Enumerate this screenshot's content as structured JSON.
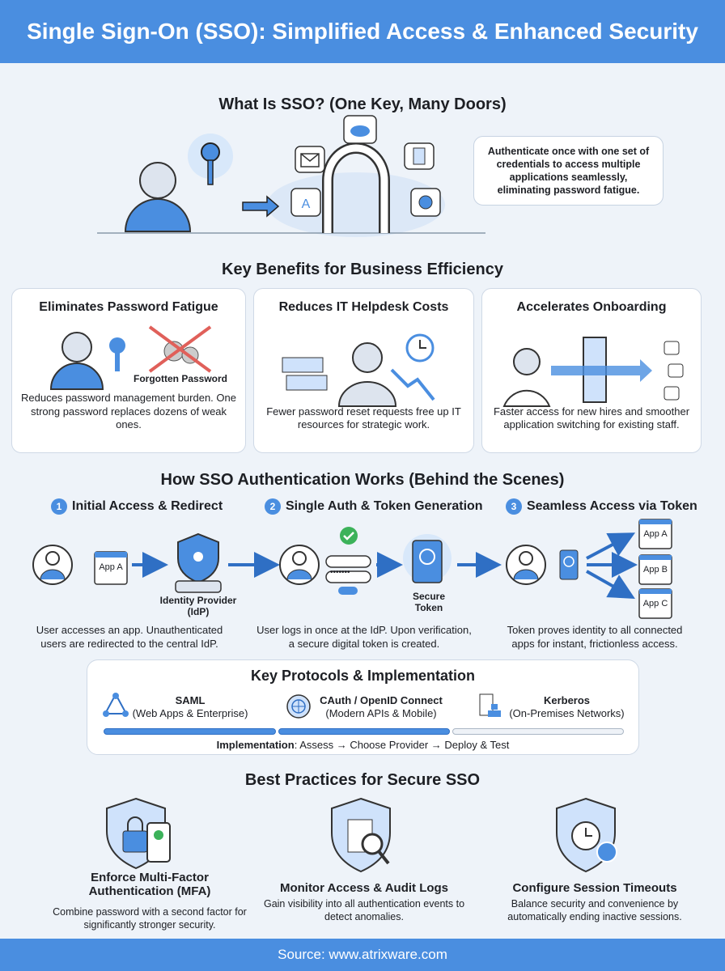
{
  "header": {
    "title": "Single Sign-On (SSO): Simplified Access & Enhanced Security"
  },
  "what": {
    "title": "What Is SSO? (One Key, Many Doors)",
    "callout": "Authenticate once with one set of credentials to access multiple applications seamlessly, eliminating password fatigue."
  },
  "benefits": {
    "title": "Key Benefits for Business Efficiency",
    "cards": [
      {
        "title": "Eliminates Password Fatigue",
        "label": "Forgotten Password",
        "text": "Reduces password management burden. One strong password replaces dozens of weak ones."
      },
      {
        "title": "Reduces IT Helpdesk Costs",
        "text": "Fewer password reset requests free up IT resources for strategic work."
      },
      {
        "title": "Accelerates Onboarding",
        "text": "Faster access for new hires and smoother application switching for existing staff."
      }
    ]
  },
  "how": {
    "title": "How SSO Authentication Works (Behind the Scenes)",
    "steps": [
      {
        "num": "1",
        "title": "Initial Access & Redirect",
        "text": "User accesses an app. Unauthenticated users are redirected to the central IdP.",
        "app": "App A",
        "idp": "Identity Provider (IdP)"
      },
      {
        "num": "2",
        "title": "Single Auth & Token Generation",
        "text": "User logs in once at the IdP. Upon verification, a secure digital token is created.",
        "token": "Secure Token",
        "pw": "•••••••"
      },
      {
        "num": "3",
        "title": "Seamless Access via Token",
        "text": "Token proves identity to all connected apps for instant, frictionless access.",
        "apps": [
          "App A",
          "App B",
          "App C"
        ]
      }
    ]
  },
  "protocols": {
    "title": "Key Protocols & Implementation",
    "items": [
      {
        "name": "SAML",
        "sub": "(Web Apps & Enterprise)"
      },
      {
        "name": "CAuth / OpenID Connect",
        "sub": "(Modern APIs & Mobile)"
      },
      {
        "name": "Kerberos",
        "sub": "(On-Premises Networks)"
      }
    ],
    "impl_label": "Implementation",
    "impl_steps": ": Assess → Choose Provider → Deploy & Test"
  },
  "practices": {
    "title": "Best Practices for Secure SSO",
    "items": [
      {
        "title": "Enforce Multi-Factor Authentication (MFA)",
        "text": "Combine password with a second factor for significantly stronger security."
      },
      {
        "title": "Monitor Access & Audit Logs",
        "text": "Gain visibility into all authentication events to detect anomalies."
      },
      {
        "title": "Configure Session Timeouts",
        "text": "Balance security and convenience by automatically ending inactive sessions."
      }
    ]
  },
  "footer": {
    "source": "Source: www.atrixware.com"
  },
  "colors": {
    "accent": "#4a8ee0",
    "dark": "#2f6fc4",
    "success": "#3cb25a",
    "danger": "#e0605a"
  }
}
